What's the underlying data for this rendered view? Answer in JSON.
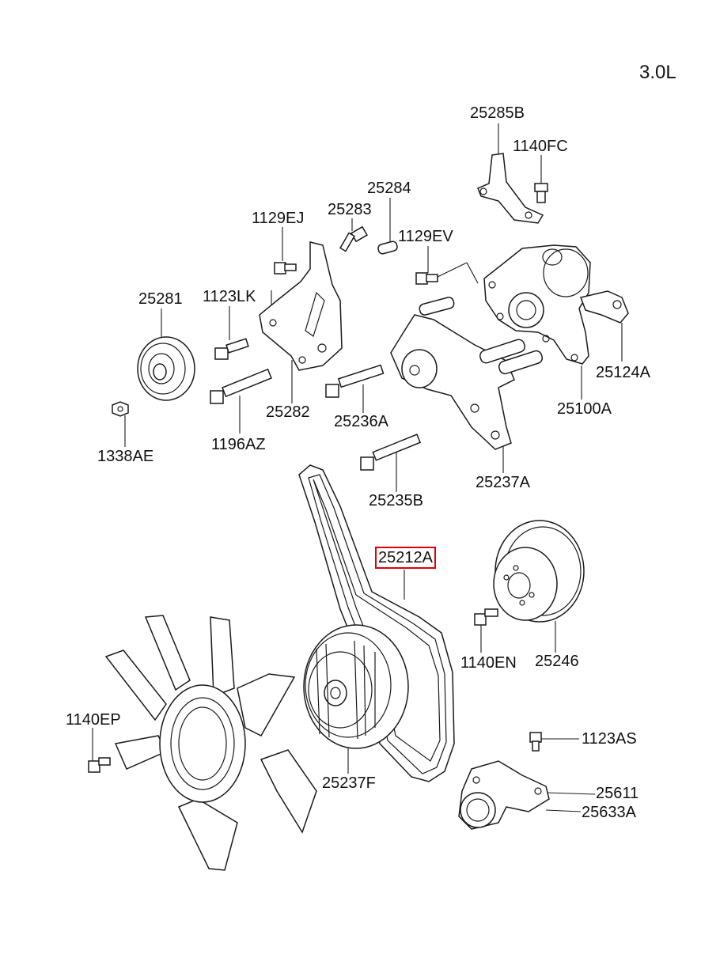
{
  "diagram": {
    "engine": "3.0L",
    "highlight_color": "#e0000a",
    "labels": [
      {
        "id": "25285B",
        "text": "25285B"
      },
      {
        "id": "1140FC",
        "text": "1140FC"
      },
      {
        "id": "25284",
        "text": "25284"
      },
      {
        "id": "1129EJ",
        "text": "1129EJ"
      },
      {
        "id": "25283",
        "text": "25283"
      },
      {
        "id": "1129EV",
        "text": "1129EV"
      },
      {
        "id": "25281",
        "text": "25281"
      },
      {
        "id": "1123LK",
        "text": "1123LK"
      },
      {
        "id": "25124A",
        "text": "25124A"
      },
      {
        "id": "25282",
        "text": "25282"
      },
      {
        "id": "25100A",
        "text": "25100A"
      },
      {
        "id": "1338AE",
        "text": "1338AE"
      },
      {
        "id": "1196AZ",
        "text": "1196AZ"
      },
      {
        "id": "25236A",
        "text": "25236A"
      },
      {
        "id": "25237A",
        "text": "25237A"
      },
      {
        "id": "25235B",
        "text": "25235B"
      },
      {
        "id": "25212A",
        "text": "25212A",
        "highlighted": true
      },
      {
        "id": "1140EN",
        "text": "1140EN"
      },
      {
        "id": "25246",
        "text": "25246"
      },
      {
        "id": "1140EP",
        "text": "1140EP"
      },
      {
        "id": "1123AS",
        "text": "1123AS"
      },
      {
        "id": "25237F",
        "text": "25237F"
      },
      {
        "id": "25611",
        "text": "25611"
      },
      {
        "id": "25633A",
        "text": "25633A"
      }
    ]
  }
}
